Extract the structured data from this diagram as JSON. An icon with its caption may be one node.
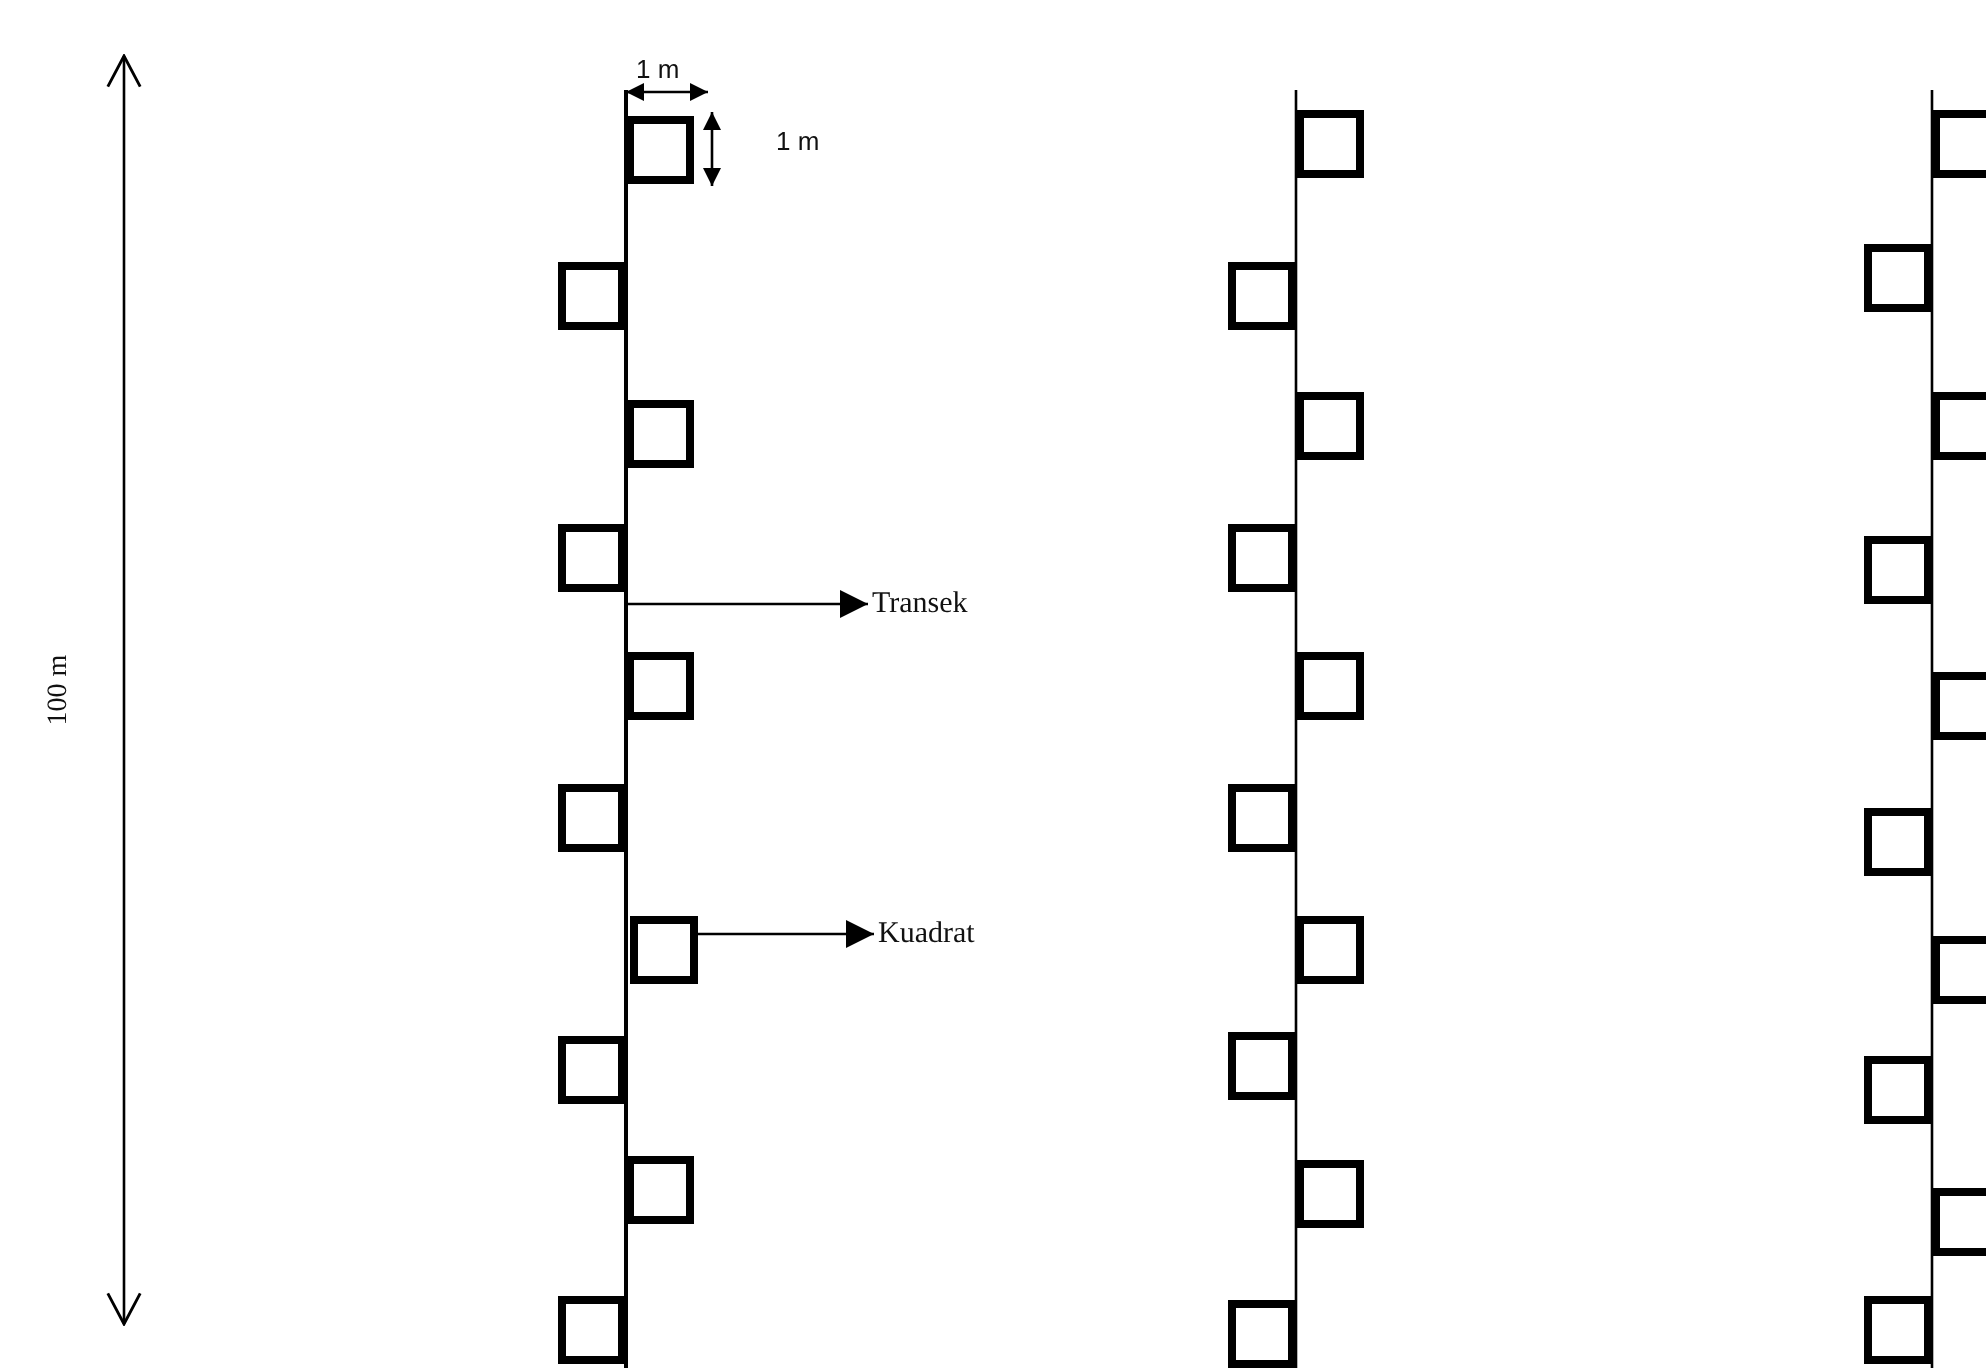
{
  "diagram": {
    "nodes": [
      {
        "text": [],
        "shape": "line"
      },
      {
        "text": [
          "Transek"
        ]
      },
      {
        "text": [],
        "shape": "box"
      },
      {
        "text": [
          "Kuadrat"
        ]
      }
    ],
    "edges": [
      {
        "from": 0,
        "to": 1,
        "arrow": "to"
      },
      {
        "from": 2,
        "to": 3,
        "arrow": "to"
      }
    ],
    "labels": [
      "1 m",
      "1 m",
      "100 m"
    ]
  }
}
